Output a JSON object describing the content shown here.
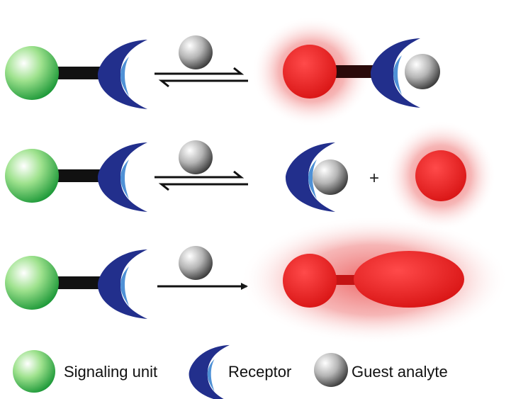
{
  "colors": {
    "signaling_unit": "#2fb24a",
    "receptor_outer": "#232f8e",
    "receptor_inner": "#4d8fd1",
    "guest_analyte": "#5a5a5a",
    "emission": "#e31b1b",
    "glow": "#ee6a6a",
    "linker": "#111111"
  },
  "icons": {
    "signaling_unit": "green-sphere-icon",
    "receptor": "crescent-receptor-icon",
    "guest_analyte": "grey-sphere-icon"
  },
  "rows": [
    {
      "arrow": "reversible-equilibrium",
      "product": "bound-sensor-emitting"
    },
    {
      "arrow": "reversible-equilibrium",
      "product": "released-signaling-unit-emitting",
      "operator": "+"
    },
    {
      "arrow": "irreversible-forward",
      "product": "reacted-sensor-emitting"
    }
  ],
  "legend": {
    "signaling_unit": "Signaling unit",
    "receptor": "Receptor",
    "guest_analyte": "Guest analyte"
  }
}
